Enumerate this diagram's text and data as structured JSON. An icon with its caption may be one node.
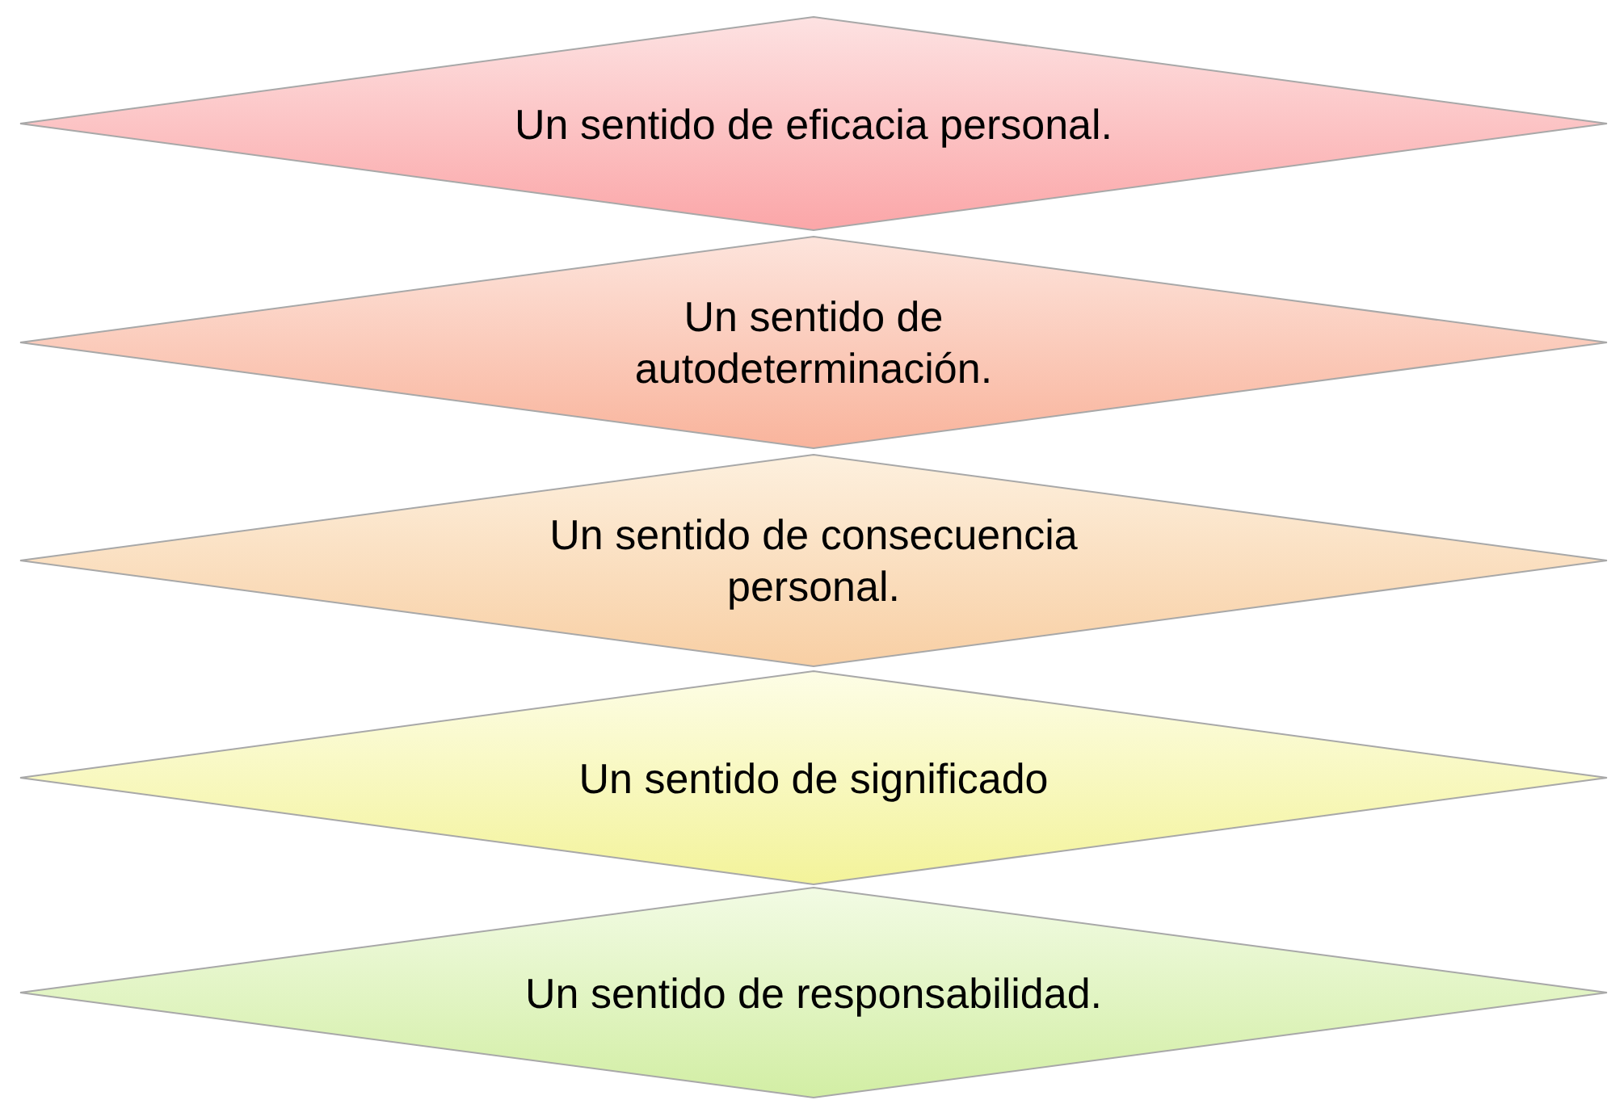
{
  "diagram": {
    "nodes": [
      {
        "text": [
          "Un sentido de eficacia personal."
        ]
      },
      {
        "text": [
          "Un sentido de autodeterminación."
        ]
      },
      {
        "text": [
          "Un sentido de consecuencia personal."
        ]
      },
      {
        "text": [
          "Un sentido de significado"
        ]
      },
      {
        "text": [
          "Un sentido de responsabilidad."
        ]
      }
    ]
  }
}
